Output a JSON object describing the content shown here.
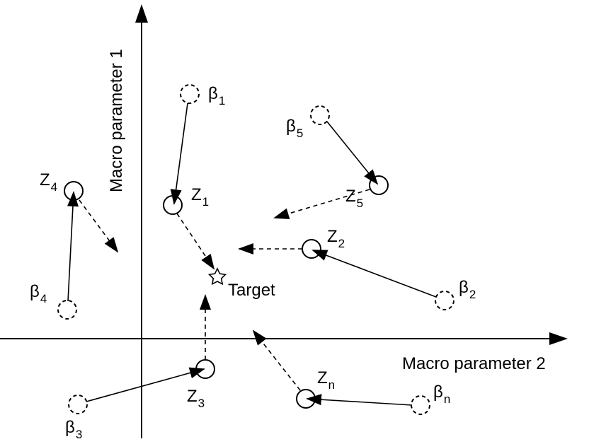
{
  "axes": {
    "x_label": "Macro parameter 2",
    "y_label": "Macro parameter 1"
  },
  "target": {
    "label": "Target"
  },
  "nodes": {
    "z1": {
      "base": "Z",
      "sub": "1"
    },
    "z2": {
      "base": "Z",
      "sub": "2"
    },
    "z3": {
      "base": "Z",
      "sub": "3"
    },
    "z4": {
      "base": "Z",
      "sub": "4"
    },
    "z5": {
      "base": "Z",
      "sub": "5"
    },
    "zn": {
      "base": "Z",
      "sub": "n"
    },
    "b1": {
      "base": "β",
      "sub": "1"
    },
    "b2": {
      "base": "β",
      "sub": "2"
    },
    "b3": {
      "base": "β",
      "sub": "3"
    },
    "b4": {
      "base": "β",
      "sub": "4"
    },
    "b5": {
      "base": "β",
      "sub": "5"
    },
    "bn": {
      "base": "β",
      "sub": "n"
    }
  },
  "colors": {
    "ink": "#000000",
    "background": "#ffffff"
  }
}
